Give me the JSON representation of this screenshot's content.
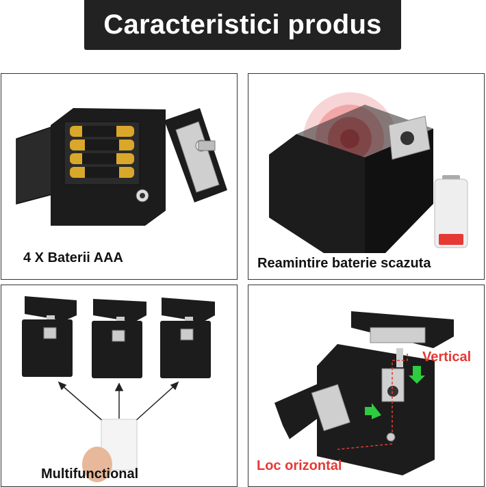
{
  "title": "Caracteristici produs",
  "panels": [
    {
      "caption": "4 X Baterii AAA"
    },
    {
      "caption": "Reamintire baterie scazuta"
    },
    {
      "caption": "Multifunctional"
    },
    {
      "caption_vertical": "Vertical",
      "caption_horizontal": "Loc orizontal"
    }
  ],
  "colors": {
    "banner": "#222222",
    "lock_body": "#1c1c1c",
    "metal": "#c9c9c9",
    "battery_gold": "#d9a72a",
    "alert_red": "#e53935",
    "arrow_green": "#2ecc40"
  }
}
